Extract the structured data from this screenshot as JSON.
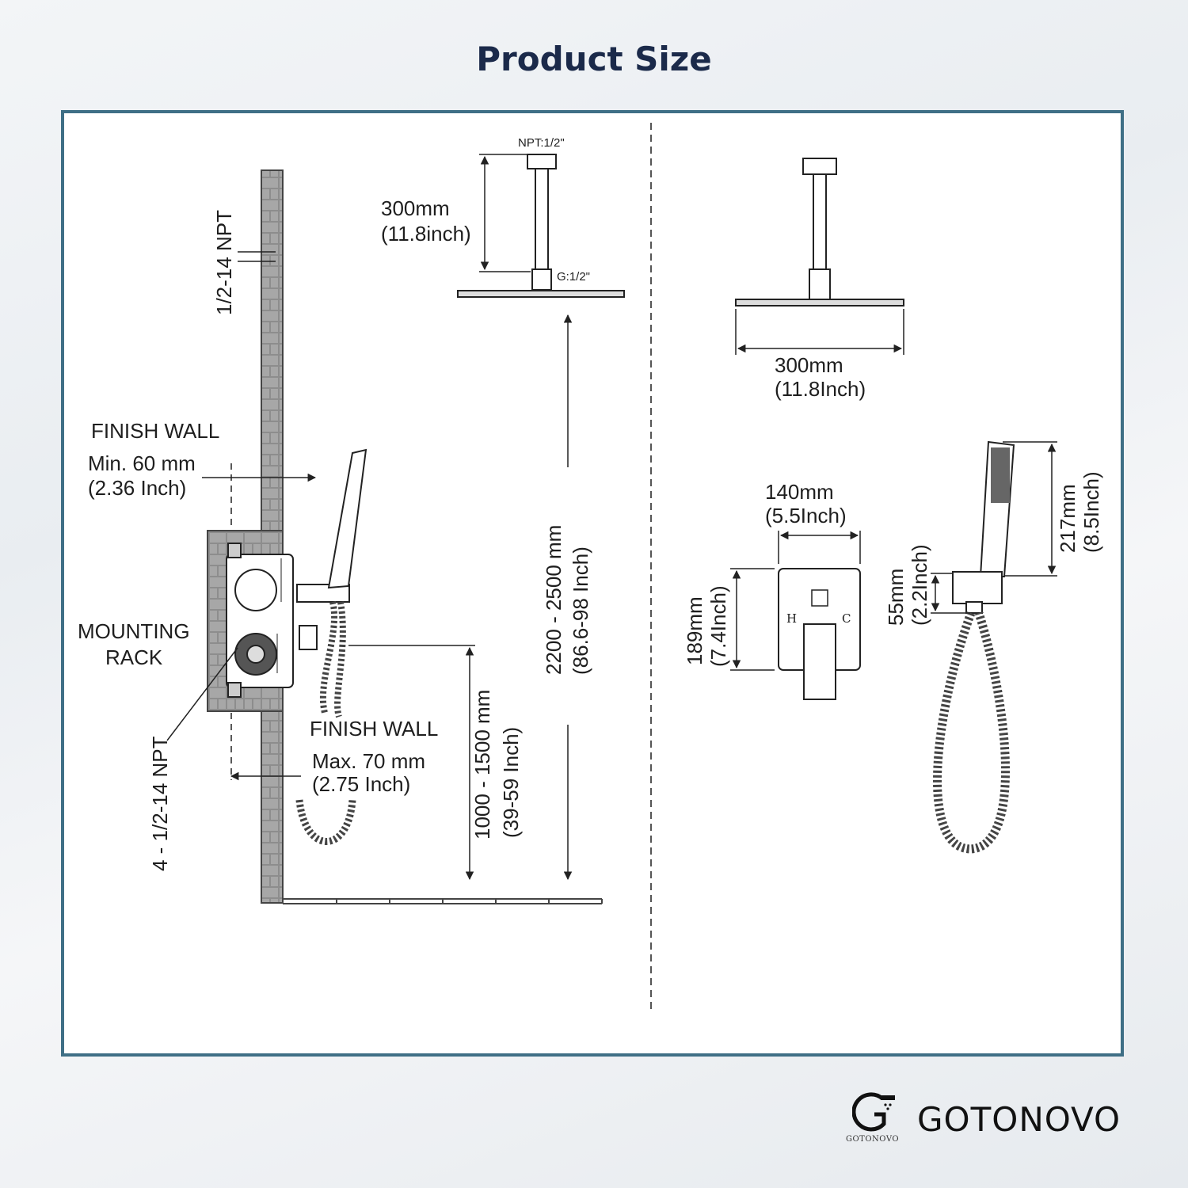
{
  "title": "Product Size",
  "left_view": {
    "npt_top": "1/2-14 NPT",
    "finish_wall_top": "FINISH   WALL",
    "min_depth": "Min. 60 mm",
    "min_depth_in": "(2.36 Inch)",
    "mounting_rack_1": "MOUNTING",
    "mounting_rack_2": "RACK",
    "npt_bottom": "4 - 1/2-14 NPT",
    "finish_wall_bottom": "FINISH   WALL",
    "max_depth": "Max. 70 mm",
    "max_depth_in": "(2.75 Inch)",
    "valve_height": "1000 - 1500 mm",
    "valve_height_in": "(39-59 Inch)",
    "head_height": "2200 - 2500 mm",
    "head_height_in": "(86.6-98 Inch)",
    "arm_npt": "NPT:1/2\"",
    "arm_length": "300mm",
    "arm_length_in": "(11.8inch)",
    "arm_g": "G:1/2\""
  },
  "right_view": {
    "head_width": "300mm",
    "head_width_in": "(11.8Inch)",
    "plate_width": "140mm",
    "plate_width_in": "(5.5Inch)",
    "plate_height": "189mm",
    "plate_height_in": "(7.4Inch)",
    "hot": "H",
    "cold": "C",
    "holder_height": "55mm",
    "holder_height_in": "(2.2Inch)",
    "handheld_length": "217mm",
    "handheld_length_in": "(8.5Inch)"
  },
  "brand": {
    "name": "GOTONOVO",
    "logo_small": "GOTONOVO"
  },
  "colors": {
    "frame": "#3f6f86",
    "title": "#1b2a4a",
    "wall": "#9a9a9a"
  }
}
